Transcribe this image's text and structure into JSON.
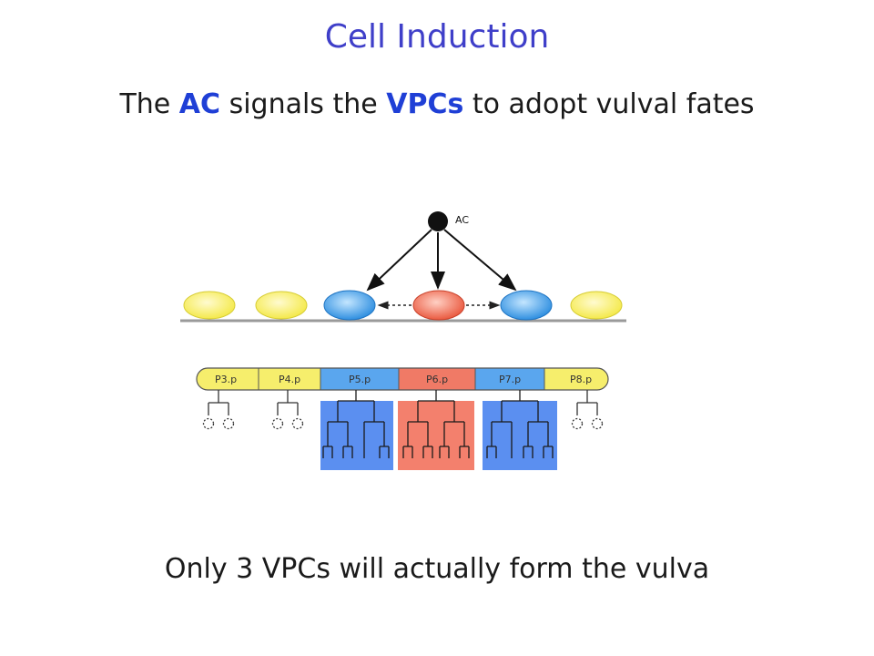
{
  "title": "Cell Induction",
  "subtitle": {
    "part1": "The ",
    "ac": "AC",
    "part2": " signals the ",
    "vpcs": "VPCs",
    "part3": " to adopt vulval fates"
  },
  "diagram": {
    "ac_label": "AC",
    "cells": [
      "P3.p",
      "P4.p",
      "P5.p",
      "P6.p",
      "P7.p",
      "P8.p"
    ]
  },
  "caption": "Only 3 VPCs will actually form the vulva",
  "colors": {
    "title": "#3f3fc9",
    "highlight": "#1f3fd6",
    "yellow": "#f6ee6c",
    "blue": "#5aa6ee",
    "red": "#f07a66",
    "box_blue": "#5b8ff0",
    "box_red": "#f3806d"
  }
}
